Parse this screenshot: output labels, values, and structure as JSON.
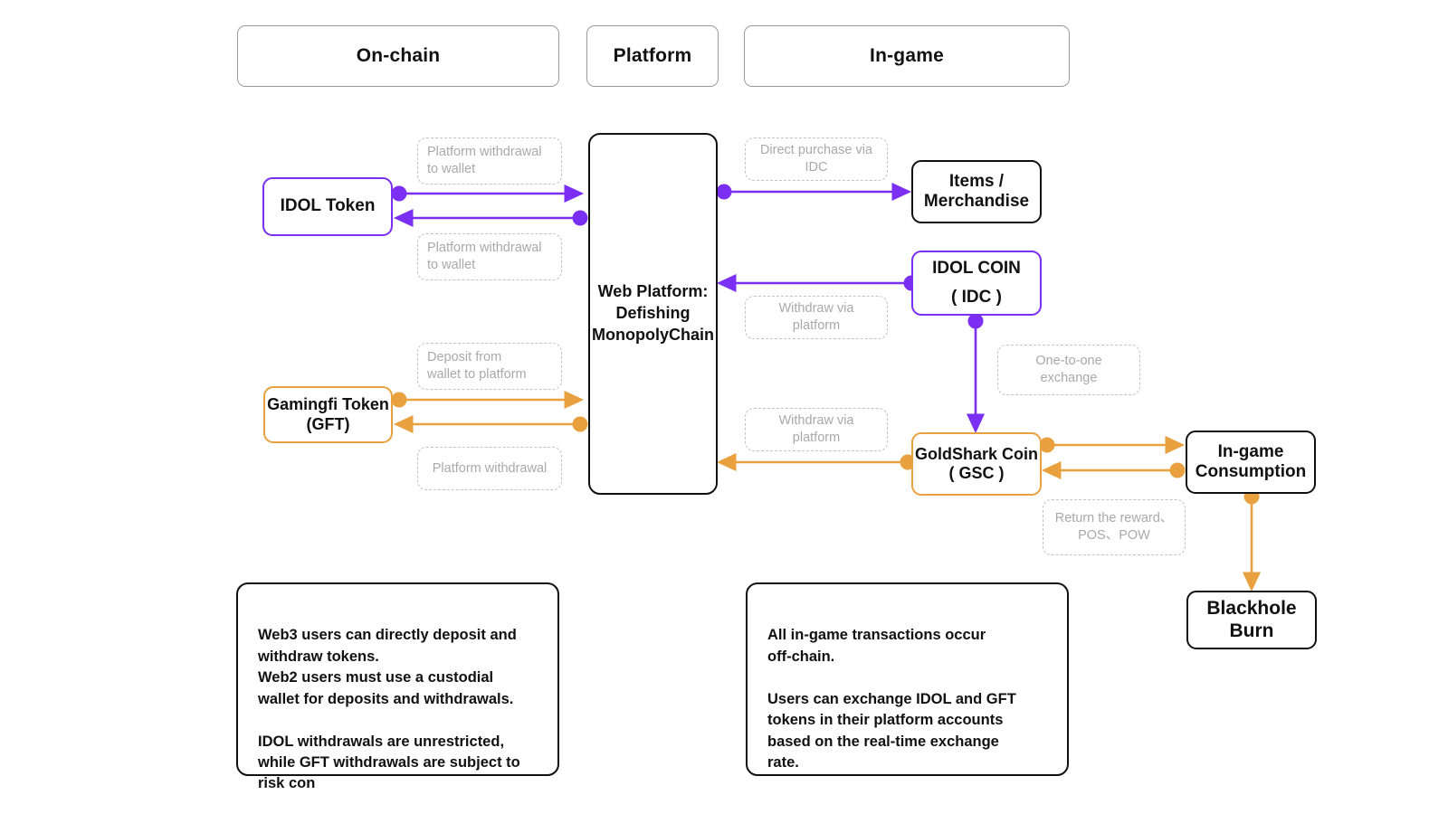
{
  "diagram": {
    "title": "Token flow: On-chain / Platform / In-game",
    "colors": {
      "purple": "#7B2FF2",
      "orange": "#E8A13E",
      "black": "#111111",
      "label_gray": "#a9a9a9",
      "header_border": "#9a9a9a",
      "background": "#ffffff"
    }
  },
  "headers": [
    {
      "label": "On-chain"
    },
    {
      "label": "Platform"
    },
    {
      "label": "In-game"
    }
  ],
  "nodes": {
    "idol_token": "IDOL Token",
    "gamingfi_token": "Gamingfi Token\n(GFT)",
    "web_platform": "Web Platform:\nDefishing\nMonopolyChain",
    "items_merchandise": "Items /\nMerchandise",
    "idol_coin": "IDOL  COIN\n( IDC )",
    "goldshark_coin": "GoldShark Coin\n( GSC )",
    "ingame_consumption": "In-game\nConsumption",
    "blackhole_burn": "Blackhole\nBurn"
  },
  "edge_labels": {
    "platform_withdrawal_to_wallet_1": "Platform withdrawal\nto wallet",
    "platform_withdrawal_to_wallet_2": "Platform withdrawal\nto wallet",
    "deposit_from_wallet_to_platform": "Deposit from\nwallet to platform",
    "platform_withdrawal": "Platform withdrawal",
    "direct_purchase_via_idc": "Direct purchase via IDC",
    "withdraw_via_platform_idc": "Withdraw via platform",
    "withdraw_via_platform_gsc": "Withdraw via platform",
    "one_to_one_exchange": "One-to-one exchange",
    "return_the_reward": "Return the reward、\nPOS、POW"
  },
  "notes": {
    "left": "Web3 users can directly deposit and\nwithdraw tokens.\nWeb2 users must use a custodial\nwallet for deposits and withdrawals.\n\nIDOL withdrawals are unrestricted,\nwhile GFT withdrawals are subject to\nrisk con",
    "right": "All in-game transactions occur\noff-chain.\n\nUsers can exchange IDOL and GFT\ntokens in their platform accounts\nbased on the real-time exchange\nrate."
  }
}
